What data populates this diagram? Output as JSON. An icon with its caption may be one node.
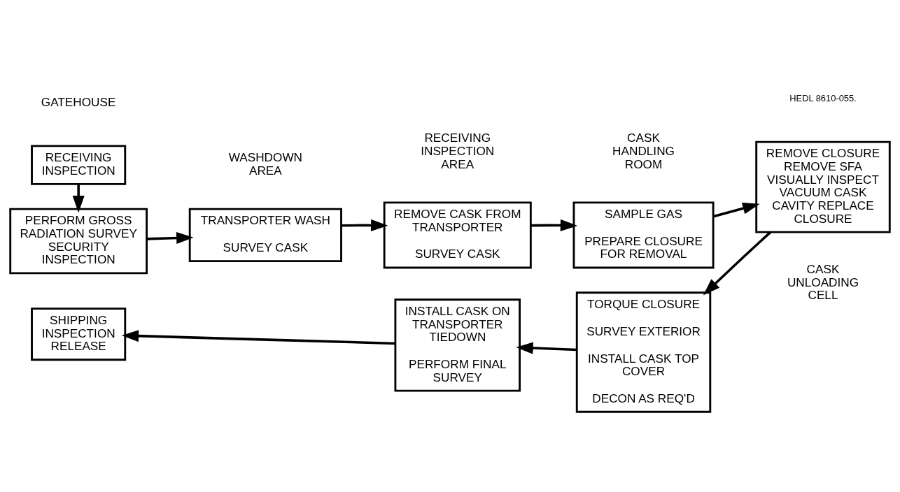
{
  "diagram": {
    "nodes": [
      {
        "text": [
          "RECEIVING INSPECTION"
        ]
      },
      {
        "text": [
          "PERFORM GROSS RADIATION SURVEY SECURITY INSPECTION"
        ]
      },
      {
        "text": [
          "TRANSPORTER WASH",
          "SURVEY CASK"
        ]
      },
      {
        "text": [
          "REMOVE CASK FROM TRANSPORTER",
          "SURVEY CASK"
        ]
      },
      {
        "text": [
          "SAMPLE GAS",
          "PREPARE CLOSURE FOR REMOVAL"
        ]
      },
      {
        "text": [
          "REMOVE CLOSURE REMOVE SFA VISUALLY INSPECT VACUUM CASK CAVITY REPLACE CLOSURE"
        ]
      },
      {
        "text": [
          "TORQUE CLOSURE",
          "SURVEY EXTERIOR",
          "INSTALL CASK TOP COVER",
          "DECON AS REQ'D"
        ]
      },
      {
        "text": [
          "INSTALL CASK ON TRANSPORTER TIEDOWN",
          "PERFORM FINAL SURVEY"
        ]
      },
      {
        "text": [
          "SHIPPING INSPECTION RELEASE"
        ]
      }
    ],
    "edges": [
      {
        "from": 0,
        "to": 1,
        "arrow": "to"
      },
      {
        "from": 1,
        "to": 2,
        "arrow": "to"
      },
      {
        "from": 2,
        "to": 3,
        "arrow": "to"
      },
      {
        "from": 3,
        "to": 4,
        "arrow": "to"
      },
      {
        "from": 4,
        "to": 5,
        "arrow": "to"
      },
      {
        "from": 5,
        "to": 6,
        "arrow": "to"
      },
      {
        "from": 6,
        "to": 7,
        "arrow": "to"
      },
      {
        "from": 7,
        "to": 8,
        "arrow": "to"
      }
    ],
    "labels": [
      "CASK UNLOADING CELL",
      "GATEHOUSE",
      "WASHDOWN AREA",
      "RECEIVING INSPECTION AREA",
      "CASK HANDLING ROOM",
      "HEDL 8610-055."
    ]
  }
}
